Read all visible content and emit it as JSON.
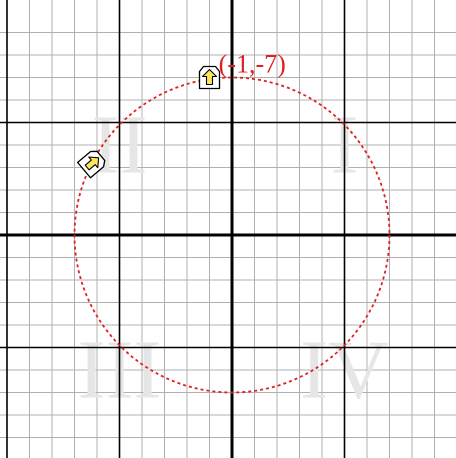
{
  "plane": {
    "grid_x_range": [
      -11,
      10
    ],
    "grid_y_range": [
      -11,
      9
    ],
    "minor_step": 1,
    "major_step": 5,
    "colors": {
      "background": "#ffffff",
      "minor_grid": "#b0b0b0",
      "major_grid": "#000000",
      "axis": "#000000",
      "quadrant_label": "#e6e6e6",
      "circle": "#e02020",
      "coord_label": "#e02020",
      "marker_fill": "#ffe45c",
      "marker_body": "#ffffff",
      "marker_stroke": "#000000"
    }
  },
  "quadrants": [
    {
      "label": "I",
      "x": 5,
      "y": 4
    },
    {
      "label": "II",
      "x": -5,
      "y": 4
    },
    {
      "label": "III",
      "x": -5,
      "y": -6
    },
    {
      "label": "IV",
      "x": 5,
      "y": -6
    }
  ],
  "circle": {
    "center": [
      0,
      0
    ],
    "radius": 7,
    "style": "dotted",
    "color": "#e02020"
  },
  "coord_label": {
    "text": "(-1,-7)",
    "anchor_x": 0.9,
    "anchor_y": 7.6
  },
  "markers": [
    {
      "name": "arrow-marker-top",
      "x": -1,
      "y": 7,
      "rotation": 0
    },
    {
      "name": "arrow-marker-left",
      "x": -6.2,
      "y": 3.2,
      "rotation": 50
    }
  ]
}
